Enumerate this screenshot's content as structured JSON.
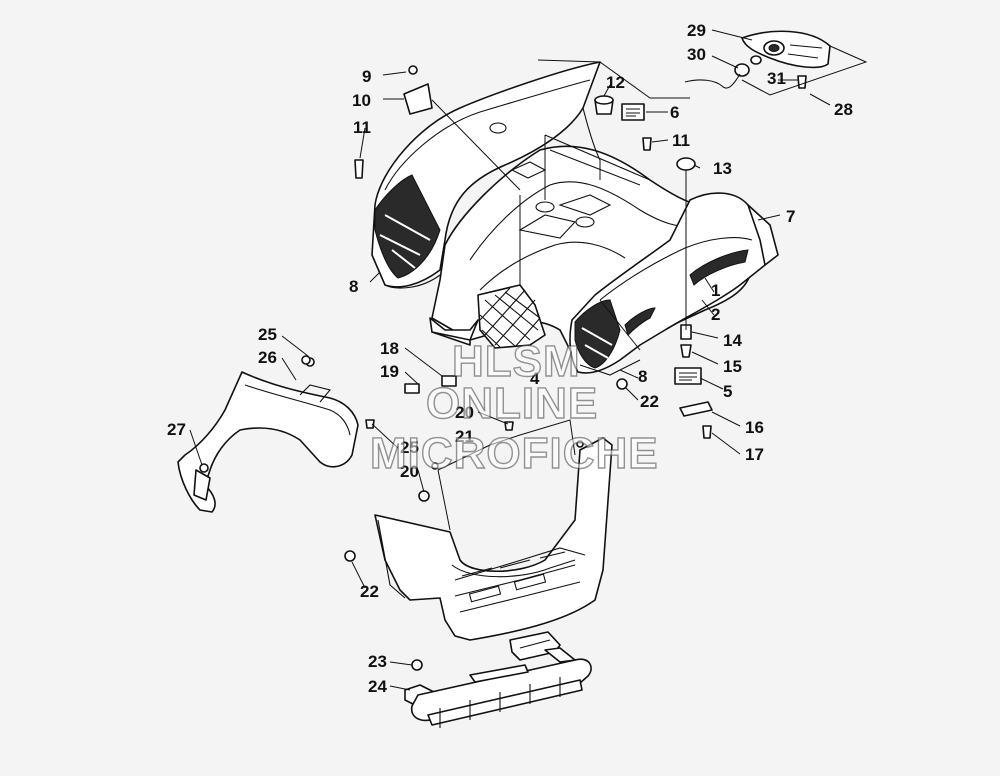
{
  "diagram": {
    "watermark": [
      "HLSM",
      "ONLINE",
      "MICROFICHE"
    ],
    "callouts": [
      "1",
      "2",
      "4",
      "5",
      "6",
      "7",
      "8",
      "8",
      "9",
      "10",
      "11",
      "11",
      "12",
      "13",
      "14",
      "15",
      "16",
      "17",
      "18",
      "19",
      "20",
      "20",
      "21",
      "22",
      "22",
      "23",
      "24",
      "25",
      "25",
      "26",
      "27",
      "28",
      "29",
      "30",
      "31"
    ]
  }
}
